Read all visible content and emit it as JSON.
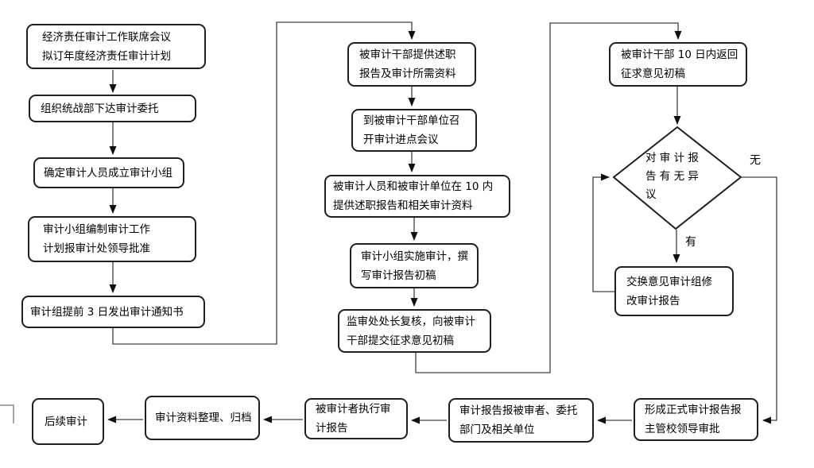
{
  "colors": {
    "box_border": "#1f1f1f",
    "connector_line": "#404040",
    "arrowhead": "#111111",
    "background": "#ffffff",
    "ghost_box": "#a6a6a6"
  },
  "nodes": {
    "joint_meeting_plan": {
      "text": "经济责任审计工作联席会议\n拟订年度经济责任审计计划"
    },
    "entrust": {
      "text": "组织统战部下达审计委托"
    },
    "form_team": {
      "text": "确定审计人员成立审计小组"
    },
    "work_plan": {
      "text": "审计小组编制审计工作\n计划报审计处领导批准"
    },
    "notice": {
      "text": "审计组提前 3 日发出审计通知书"
    },
    "provide_materials": {
      "text": "被审计干部提供述职\n报告及审计所需资料"
    },
    "entry_meeting": {
      "text": "到被审计干部单位召\n开审计进点会议"
    },
    "provide_within_10": {
      "text": "被审计人员和被审计单位在 10 内\n提供述职报告和相关审计资料"
    },
    "implement_audit": {
      "text": "审计小组实施审计，撰\n写审计报告初稿"
    },
    "director_review": {
      "text": "监审处处长复核，向被审计\n干部提交征求意见初稿"
    },
    "return_within_10": {
      "text": "被审计干部 10 日内返回\n征求意见初稿"
    },
    "decision": {
      "text": "对 审 计 报\n告 有 无 异\n议"
    },
    "exchange_opinions": {
      "text": "交换意见审计组修\n改审计报告"
    },
    "formal_report": {
      "text": "形成正式审计报告报\n主管校领导审批"
    },
    "send_report": {
      "text": "审计报告报被审者、委托\n部门及相关单位"
    },
    "execute_report": {
      "text": "被审计者执行审\n计报告"
    },
    "archive": {
      "text": "审计资料整理、归档"
    },
    "follow_up": {
      "text": "后续审计"
    }
  },
  "labels": {
    "no_objection": "无",
    "has_objection": "有"
  }
}
